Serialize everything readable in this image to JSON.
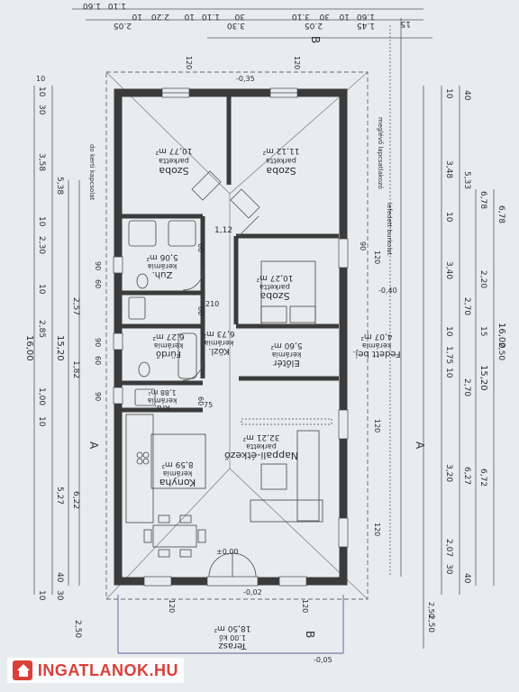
{
  "watermark": {
    "text": "INGATLANOK.HU",
    "color": "#d9403a"
  },
  "colors": {
    "wall": "#3b3b3b",
    "paper": "#e9ecee",
    "line": "#4a4a4a",
    "dim": "#555555"
  },
  "top_labels": [
    "1.60",
    "1.10",
    "10",
    "2.20",
    "10",
    "1.10",
    "30",
    "3.30",
    "3.10",
    "30",
    "10",
    "1.60",
    "1.45",
    "2.05",
    "2.05",
    "15"
  ],
  "section_labels": [
    "B",
    "B",
    "A",
    "A"
  ],
  "rooms": {
    "szoba_left": {
      "name": "Szoba",
      "floor": "parketta",
      "area": "10,77 m²"
    },
    "szoba_right": {
      "name": "Szoba",
      "floor": "parketta",
      "area": "11,12 m²"
    },
    "szoba_mid": {
      "name": "Szoba",
      "floor": "parketta",
      "area": "10,27 m²"
    },
    "zuh": {
      "name": "Zuh.",
      "floor": "kerámia",
      "area": "5,06 m²"
    },
    "furdo": {
      "name": "Fürdő",
      "floor": "kerámia",
      "area": "6,27 m²"
    },
    "kozl": {
      "name": "Közl.",
      "floor": "kerámia",
      "area": "6,73 m²"
    },
    "eloter": {
      "name": "Előtér",
      "floor": "kerámia",
      "area": "5,60 m²"
    },
    "kra": {
      "name": "Kra.",
      "floor": "kerámia",
      "area": "1,88 m²"
    },
    "napp": {
      "name": "Nappali-étkező",
      "floor": "parketta",
      "area": "32,21 m²"
    },
    "konyha": {
      "name": "Konyha",
      "floor": "kerámia",
      "area": "8,59 m²"
    },
    "fedett": {
      "name": "Fedett bej.",
      "floor": "kerámia",
      "area": "4,07 m²"
    },
    "terasz": {
      "name": "Terasz",
      "floor": "1.00 kő",
      "area": "18,50 m²"
    }
  },
  "left_dims_a": [
    "10",
    "30",
    "3,58",
    "10",
    "2,30",
    "10",
    "2,85",
    "1,00",
    "10"
  ],
  "left_dims_b": [
    "5,38",
    "2,57",
    "1,82",
    "5,27"
  ],
  "left_totals": [
    "16,00",
    "15,20"
  ],
  "left_bottom": [
    "6,22",
    "40",
    "30",
    "10",
    "2,50"
  ],
  "right_dims_a": [
    "10",
    "40",
    "3,48",
    "10",
    "3,40",
    "10",
    "1,75",
    "10",
    "3,20",
    "2,07",
    "30",
    "40",
    "2,50"
  ],
  "right_dims_b": [
    "6,78",
    "5,33",
    "2,70",
    "2,70",
    "6,27",
    "6,72"
  ],
  "right_mid": [
    "2,20",
    "15",
    "15,20",
    "16,00",
    "2,50"
  ],
  "right_top": [
    "6,78"
  ],
  "window_tags": [
    "120",
    "120",
    "120",
    "120",
    "120",
    "120",
    "120",
    "90",
    "90",
    "90",
    "90",
    "60",
    "60",
    "60",
    "60",
    "60"
  ],
  "notes": {
    "note1": "meglévő lapcsatlakozó",
    "note2": "lefedett burkolat",
    "side_note": "do kerti kapcsolat",
    "level0": "±0,00",
    "levelm35": "-0,35",
    "levelm40": "-0,40",
    "levelm02": "-0,02",
    "levelm05": "-0,05",
    "height_112": "1,12",
    "dim_210": "210",
    "dim_75": "75",
    "corner_tl": "10",
    "corner_bl": "2,50"
  }
}
